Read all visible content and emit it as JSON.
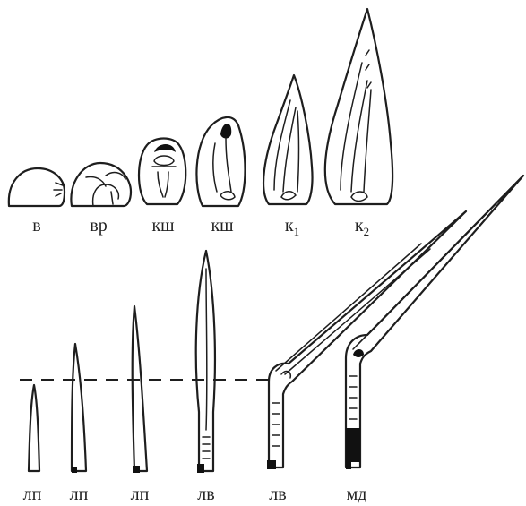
{
  "top_row": [
    {
      "label": "в"
    },
    {
      "label": "вр"
    },
    {
      "label": "кш"
    },
    {
      "label": "кш"
    },
    {
      "label": "к",
      "subscript": "1"
    },
    {
      "label": "к",
      "subscript": "2"
    }
  ],
  "bottom_row": [
    {
      "label": "лп"
    },
    {
      "label": "лп"
    },
    {
      "label": "лп"
    },
    {
      "label": "лв"
    },
    {
      "label": "лв"
    },
    {
      "label": "мд"
    }
  ]
}
